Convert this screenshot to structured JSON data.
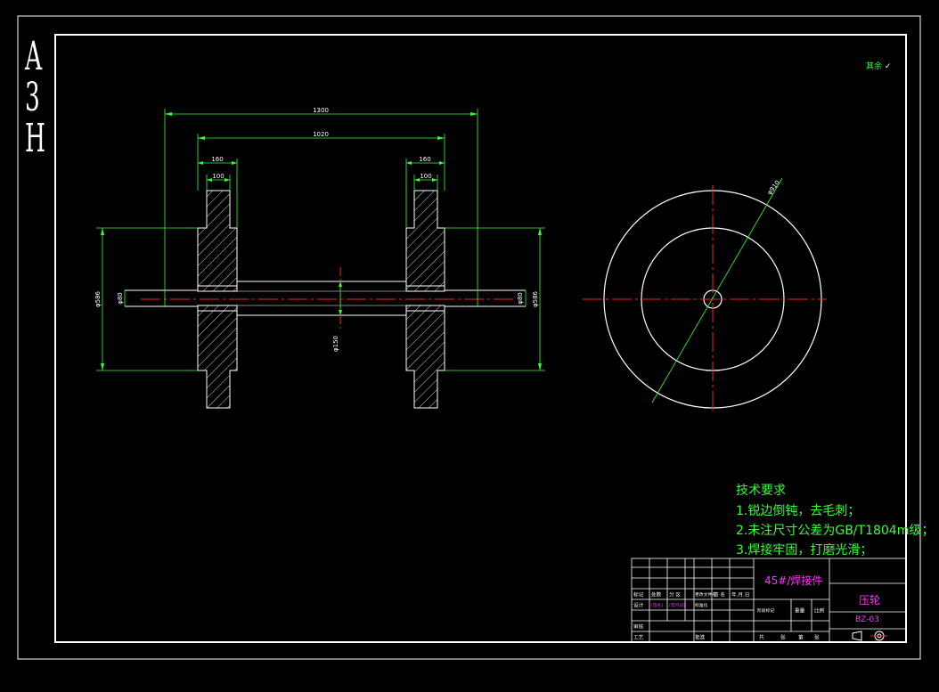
{
  "sheet": {
    "size_label": [
      "A",
      "3",
      "H"
    ],
    "top_right_note": "其余"
  },
  "colors": {
    "background": "#000000",
    "outline": "#ffffff",
    "dimension": "#33ff33",
    "centerline": "#ff2222",
    "hatch": "#ffffff",
    "title_text": "#ff33ff"
  },
  "dimensions": {
    "overall_length": "1300",
    "inner_length": "1020",
    "left_flange_width": "160",
    "left_hub_width": "100",
    "right_flange_width": "160",
    "right_hub_width": "100",
    "left_outer_diameter": "φ586",
    "left_bore": "φ80",
    "shaft_diameter": "φ150",
    "right_bore": "φ80",
    "right_outer_diameter": "φ586",
    "end_view_diameter": "φ910"
  },
  "notes": {
    "heading": "技术要求",
    "items": [
      "1.锐边倒钝，去毛刺；",
      "2.未注尺寸公差为GB/T1804m级；",
      "3.焊接牢固，打磨光滑；"
    ]
  },
  "title_block": {
    "material": "45#/焊接件",
    "part_name": "压轮",
    "drawing_number": "BZ-03",
    "row_labels": [
      "标记",
      "处数",
      "分  区",
      "更改文件号",
      "签  名",
      "年.月.日"
    ],
    "row2_labels": [
      "设计",
      "(签名)",
      "(年月日)",
      "标准化"
    ],
    "row3_labels": [
      "审核"
    ],
    "row4_labels": [
      "工艺",
      "批准"
    ],
    "stage_labels": [
      "阶段标记",
      "重量",
      "比例"
    ],
    "sheet_labels": [
      "共",
      "张",
      "第",
      "张"
    ]
  }
}
